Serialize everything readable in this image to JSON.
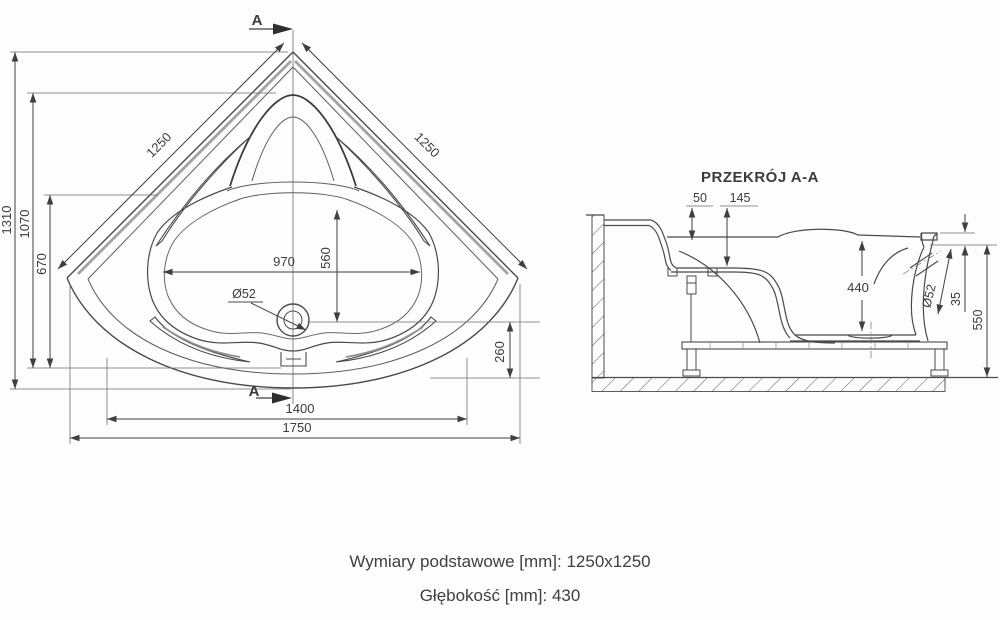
{
  "plan": {
    "section_letter_top": "A",
    "section_letter_bottom": "A",
    "dims": {
      "edge_left": "1250",
      "edge_right": "1250",
      "overall_height": "1310",
      "inner_height": "1070",
      "bowl_height": "670",
      "bowl_width": "970",
      "seat_to_drain": "560",
      "drain_to_front": "260",
      "front_width": "1400",
      "overall_width": "1750",
      "drain": "Ø52"
    }
  },
  "section": {
    "title": "PRZEKRÓJ A-A",
    "dims": {
      "rim_to_step": "50",
      "rim_to_seat": "145",
      "depth": "440",
      "rim_lip": "35",
      "total_height": "550",
      "drain": "Ø52"
    }
  },
  "footer": {
    "line1": "Wymiary podstawowe [mm]: 1250x1250",
    "line2": "Głębokość [mm]: 430"
  }
}
